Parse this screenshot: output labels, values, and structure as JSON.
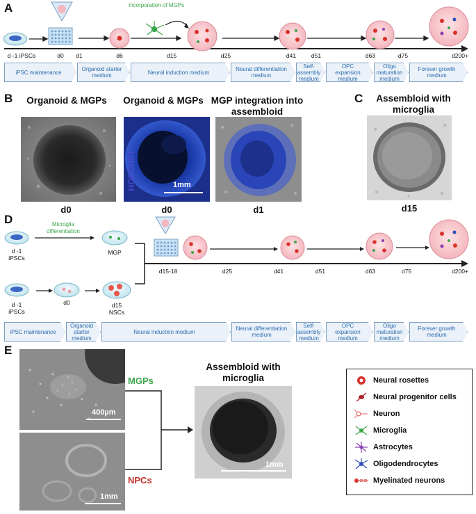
{
  "panels": {
    "a": "A",
    "b": "B",
    "c": "C",
    "d": "D",
    "e": "E"
  },
  "a": {
    "incorporation_note": "Incorporation of MGPs",
    "timeline": [
      "d -1 iPSCs",
      "d0",
      "d1",
      "d6",
      "d15",
      "d25",
      "d41",
      "d51",
      "d63",
      "d75",
      "d200+"
    ],
    "stages": [
      "iPSC maintenance",
      "Organoid starter medium",
      "Neural induction medium",
      "Neural differentiation medium",
      "Self-assembly medium",
      "OPC expansion medium",
      "Oligo maturation medium",
      "Forever growth medium"
    ]
  },
  "b": {
    "title1": "Organoid & MGPs",
    "title2": "Organoid & MGPs",
    "title3": "MGP integration into assembloid",
    "hoechst": "HOECHST",
    "scale": "1mm",
    "day1": "d0",
    "day2": "d0",
    "day3": "d1"
  },
  "c": {
    "title": "Assembloid with microglia",
    "day": "d15"
  },
  "d": {
    "top_ipsc": "d -1 iPSCs",
    "microglia_note": "Microglia differentiation",
    "mgp": "MGP",
    "bottom_ipsc": "d -1 iPSCs",
    "d0": "d0",
    "d15": "d15 NSCs",
    "timeline": [
      "d15-18",
      "d25",
      "d41",
      "d51",
      "d63",
      "d75",
      "d200+"
    ],
    "stages": [
      "iPSC maintenance",
      "Organoid starter medium",
      "Neural induction medium",
      "Neural differentiation medium",
      "Self-assembly medium",
      "OPC expansion medium",
      "Oligo maturation medium",
      "Forever growth medium"
    ]
  },
  "e": {
    "scale_top": "400µm",
    "scale_bottom": "1mm",
    "mgps": "MGPs",
    "npcs": "NPCs",
    "title": "Assembloid with microglia",
    "scale_center": "1mm",
    "legend": [
      {
        "label": "Neural rosettes",
        "icon": "neural-rosette-icon",
        "color": "#d8322a"
      },
      {
        "label": "Neural progenitor cells",
        "icon": "progenitor-cell-icon",
        "color": "#b0222a"
      },
      {
        "label": "Neuron",
        "icon": "neuron-icon",
        "color": "#e06060"
      },
      {
        "label": "Microglia",
        "icon": "microglia-icon",
        "color": "#3aa64a"
      },
      {
        "label": "Astrocytes",
        "icon": "astrocyte-icon",
        "color": "#8a3fb0"
      },
      {
        "label": "Oligodendrocytes",
        "icon": "oligodendrocyte-icon",
        "color": "#2e4fb8"
      },
      {
        "label": "Myelinated neurons",
        "icon": "myelinated-neuron-icon",
        "color": "#d8322a"
      }
    ]
  }
}
